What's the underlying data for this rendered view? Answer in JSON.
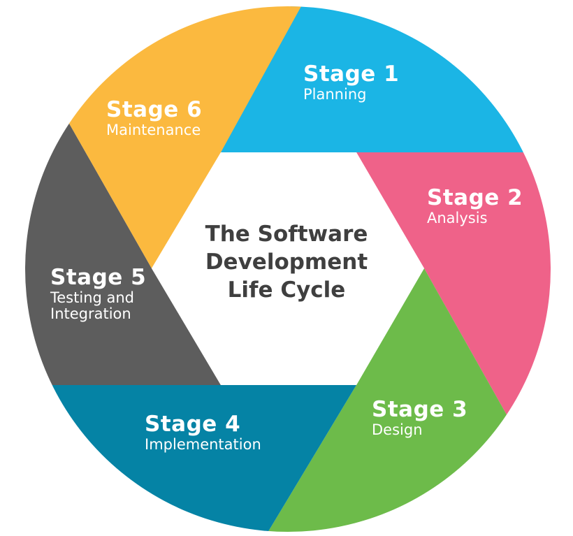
{
  "diagram": {
    "center_title": "The Software\nDevelopment\nLife Cycle",
    "stages": [
      {
        "title": "Stage 1",
        "subtitle": "Planning",
        "color": "#1bb5e5"
      },
      {
        "title": "Stage 2",
        "subtitle": "Analysis",
        "color": "#ef6289"
      },
      {
        "title": "Stage 3",
        "subtitle": "Design",
        "color": "#6dbb4a"
      },
      {
        "title": "Stage 4",
        "subtitle": "Implementation",
        "color": "#0583a5"
      },
      {
        "title": "Stage 5",
        "subtitle": "Testing and\nIntegration",
        "color": "#5d5d5d"
      },
      {
        "title": "Stage 6",
        "subtitle": "Maintenance",
        "color": "#fbb93f"
      }
    ]
  }
}
